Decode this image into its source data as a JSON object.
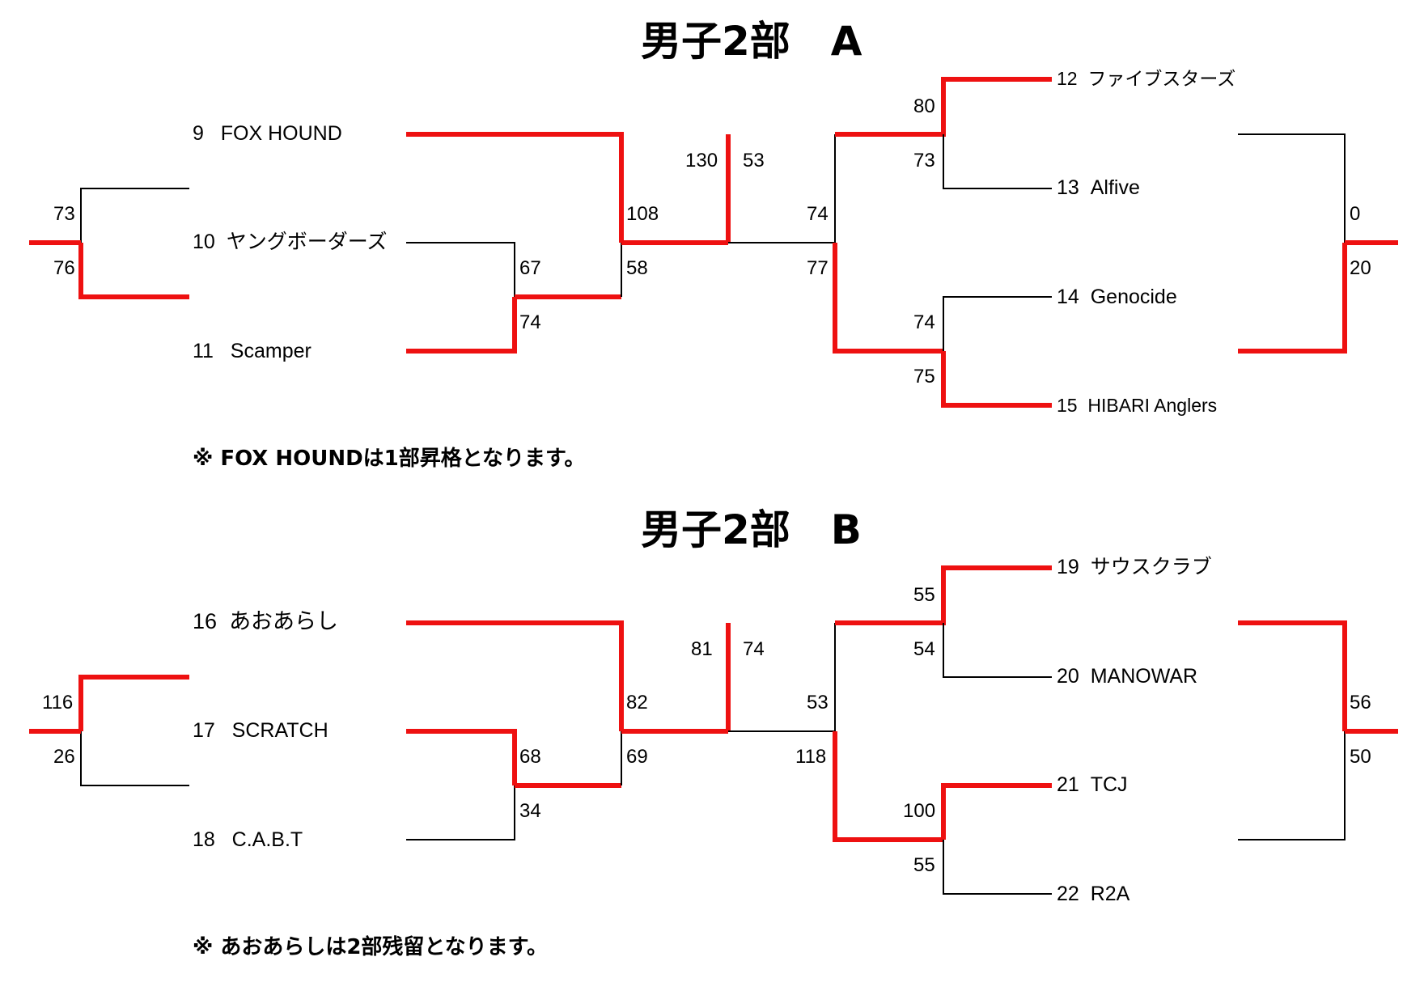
{
  "colors": {
    "winner_line": "#ee1111",
    "line": "#000000"
  },
  "brackets": [
    {
      "title": "男子2部　A",
      "teams": [
        {
          "seed": "9",
          "name": "FOX HOUND"
        },
        {
          "seed": "10",
          "name": "ヤングボーダーズ"
        },
        {
          "seed": "11",
          "name": "Scamper"
        },
        {
          "seed": "12",
          "name": "ファイブスターズ"
        },
        {
          "seed": "13",
          "name": "Alfive"
        },
        {
          "seed": "14",
          "name": "Genocide"
        },
        {
          "seed": "15",
          "name": "HIBARI Anglers"
        }
      ],
      "scores": [
        "73",
        "76",
        "67",
        "74",
        "108",
        "58",
        "130",
        "53",
        "74",
        "77",
        "80",
        "73",
        "74",
        "75",
        "0",
        "20"
      ],
      "note": "※ FOX HOUNDは1部昇格となります。"
    },
    {
      "title": "男子2部　B",
      "teams": [
        {
          "seed": "16",
          "name": "あおあらし"
        },
        {
          "seed": "17",
          "name": "SCRATCH"
        },
        {
          "seed": "18",
          "name": "C.A.B.T"
        },
        {
          "seed": "19",
          "name": "サウスクラブ"
        },
        {
          "seed": "20",
          "name": "MANOWAR"
        },
        {
          "seed": "21",
          "name": "TCJ"
        },
        {
          "seed": "22",
          "name": "R2A"
        }
      ],
      "scores": [
        "116",
        "26",
        "68",
        "34",
        "82",
        "69",
        "81",
        "74",
        "53",
        "118",
        "55",
        "54",
        "100",
        "55",
        "56",
        "50"
      ],
      "note": "※ あおあらしは2部残留となります。"
    }
  ]
}
